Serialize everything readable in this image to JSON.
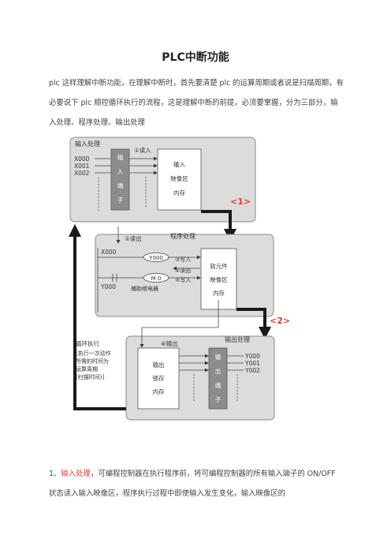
{
  "document": {
    "title": "PLC中断功能",
    "intro": "plc 这样理解中断功能，在理解中断时，首先要清楚 plc 的运算周期或者说是扫描周期，有必要说下 plc 顺控循环执行的流程，这是理解中断的前提，必须要掌握，分为三部分，输入处理、程序处理、输出处理",
    "section1": {
      "number": "1、",
      "highlight": "输入处理",
      "text": "，可编程控制器在执行程序前，将可编程控制器的所有输入端子的 ON/OFF 状态读入输入映像区，程序执行过程中即使输入发生变化，输入映像区的"
    }
  },
  "diagram": {
    "input_block": {
      "title": "输入处理",
      "inputs": [
        "X000",
        "X001",
        "X002"
      ],
      "terminal": [
        "输",
        "入",
        "端",
        "子"
      ],
      "step": "①读入",
      "image_area": [
        "输入",
        "映像区",
        "内存"
      ]
    },
    "marker1": "<1>",
    "program_block": {
      "title": "程序处理",
      "step_read": "②读出",
      "contact1": "X000",
      "coil1": "Y000",
      "step_write3": "③写入",
      "step_read4": "④读出",
      "coil2": "M 0",
      "step_write5": "⑤写入",
      "contact2": "Y000",
      "aux_relay": "辅助继电器",
      "image_area": [
        "软元件",
        "映像区",
        "内存"
      ]
    },
    "marker2": "<2>",
    "output_block": {
      "title": "输出处理",
      "step": "⑥输出",
      "latch": [
        "输出",
        "锁存",
        "内存"
      ],
      "terminal": [
        "输",
        "出",
        "端",
        "子"
      ],
      "outputs": [
        "Y000",
        "Y001",
        "Y002"
      ]
    },
    "loop": {
      "title": "循环执行",
      "note": [
        "[执行一次动作",
        "所需的时间为",
        "运算周期",
        "(扫描时间)]"
      ]
    },
    "colors": {
      "panel": "#dcdcdc",
      "panel_border": "#8a8a8a",
      "terminal": "#8c8c8c",
      "marker": "#e8382f",
      "arrow": "#1a1a1a"
    }
  }
}
